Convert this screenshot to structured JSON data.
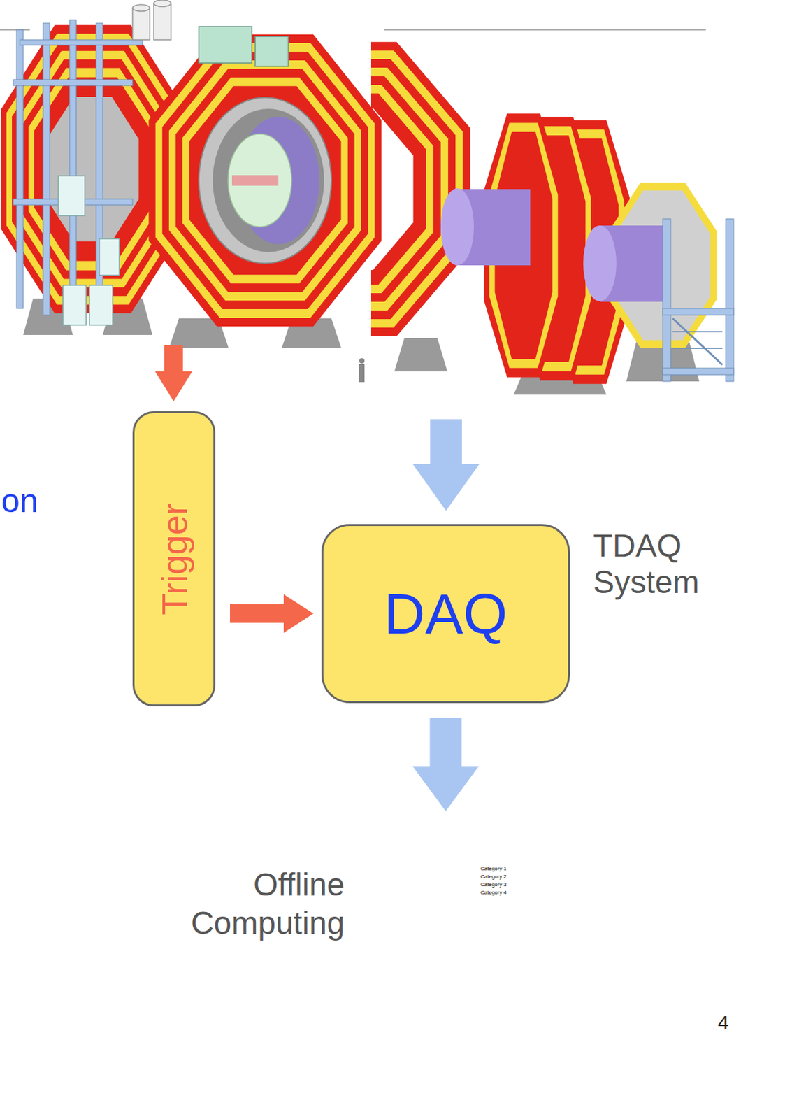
{
  "diagram": {
    "nodes": [
      {
        "text": [
          "Trigger"
        ]
      },
      {
        "text": [
          "DAQ"
        ]
      },
      {
        "text": [
          "Offline Computing"
        ]
      }
    ],
    "edges": [
      {
        "from": 0,
        "to": 1,
        "arrow": "to"
      },
      {
        "from": 1,
        "to": 2,
        "arrow": "to"
      }
    ],
    "labels": [
      "on",
      "TDAQ System",
      "Category 1",
      "Category 2",
      "Category 3",
      "Category 4",
      "4"
    ]
  }
}
